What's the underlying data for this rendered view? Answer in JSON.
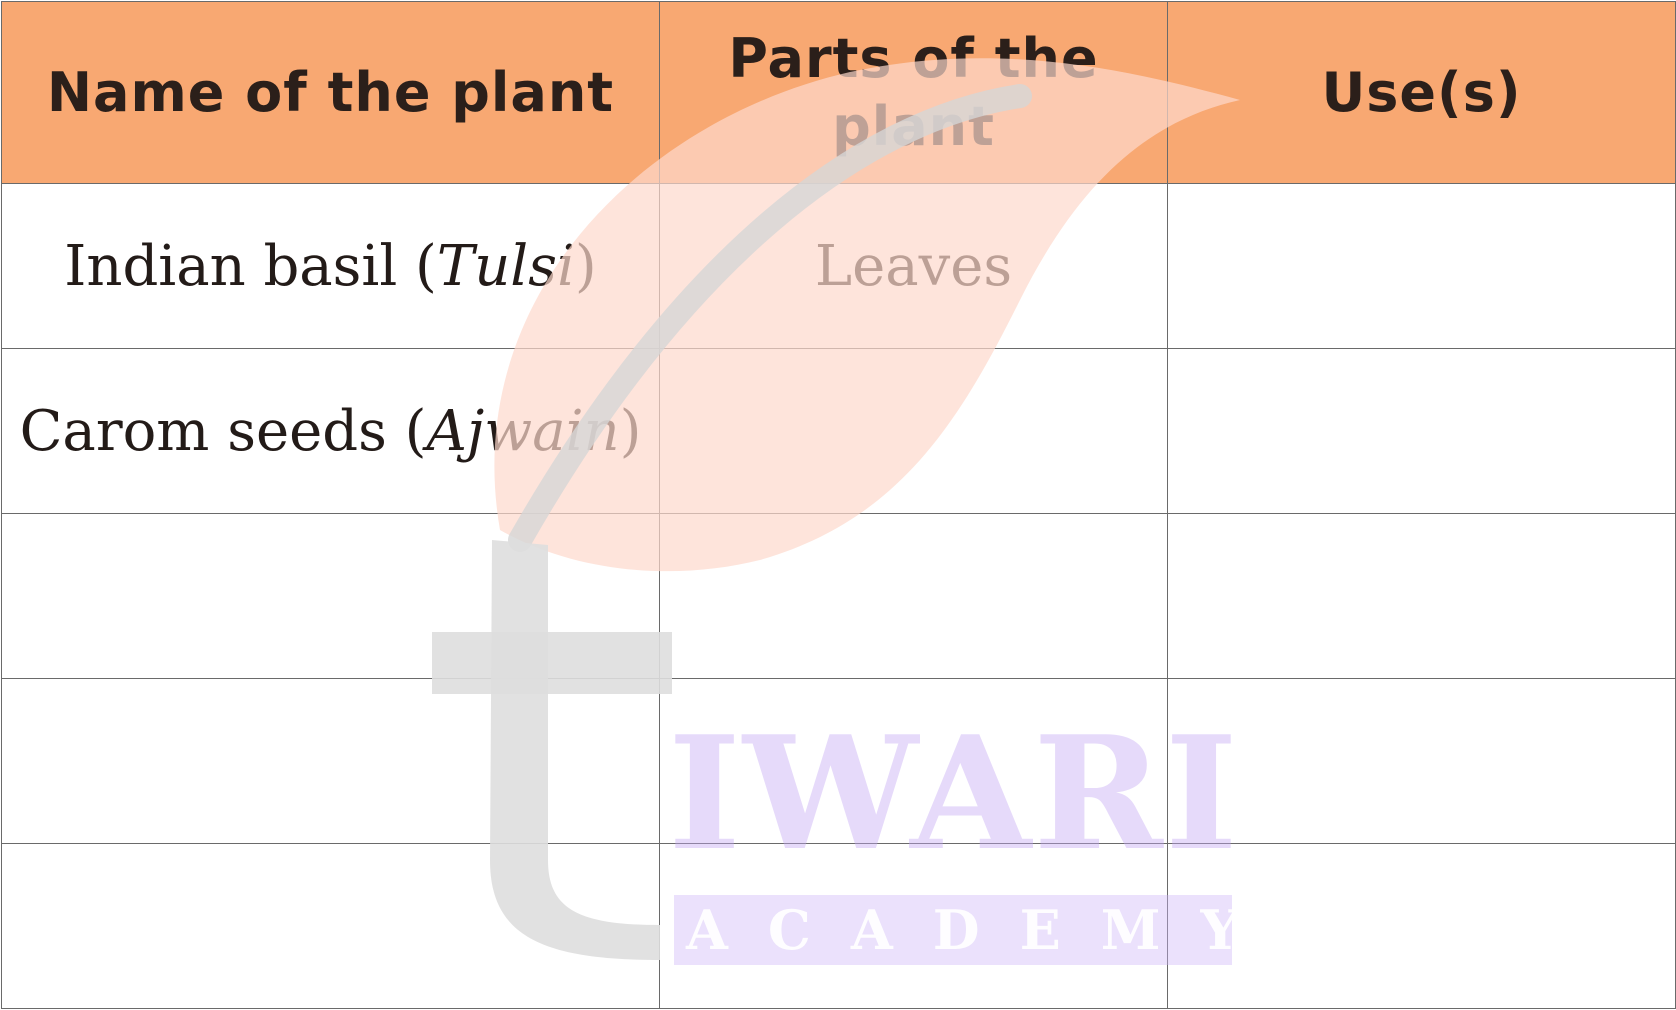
{
  "table": {
    "headers": [
      "Name of the plant",
      "Parts of the plant",
      "Use(s)"
    ],
    "rows": [
      {
        "name_plain": "Indian basil (",
        "name_italic": "Tulsi",
        "name_close": ")",
        "part": "Leaves",
        "use": ""
      },
      {
        "name_plain": "Carom seeds (",
        "name_italic": "Ajwain",
        "name_close": ")",
        "part": "",
        "use": ""
      },
      {
        "name_plain": "",
        "name_italic": "",
        "name_close": "",
        "part": "",
        "use": ""
      },
      {
        "name_plain": "",
        "name_italic": "",
        "name_close": "",
        "part": "",
        "use": ""
      },
      {
        "name_plain": "",
        "name_italic": "",
        "name_close": "",
        "part": "",
        "use": ""
      }
    ]
  },
  "watermark": {
    "brand": "IWARI",
    "tagline": "ACADEMY",
    "colors": {
      "header_fill": "#f8a872",
      "leaf": "#fdd9cc",
      "stem": "#dcdcdc",
      "letters": "#c4a8f4"
    }
  }
}
